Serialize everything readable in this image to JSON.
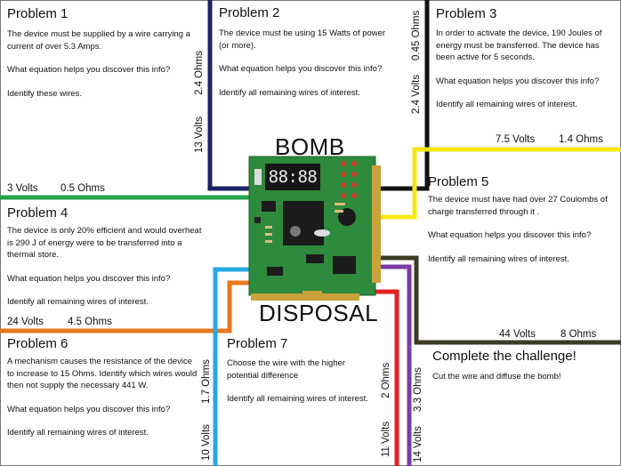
{
  "title_top": "BOMB",
  "title_bottom": "DISPOSAL",
  "display_digits": "88:88",
  "colors": {
    "wire_navy": "#1b2466",
    "wire_black": "#111111",
    "wire_yellow": "#f5e714",
    "wire_green": "#21a447",
    "wire_orange": "#e8761e",
    "wire_lightblue": "#29a6e3",
    "wire_red": "#e51f1f",
    "wire_purple": "#7d3ba6",
    "wire_olive": "#3b3a26",
    "pcb_green": "#2e8a3c"
  },
  "problems": [
    {
      "heading": "Problem 1",
      "paragraphs": [
        "The device must be supplied by a wire carrying a current of over 5.3 Amps.",
        "What equation helps you discover this info?",
        "Identify these wires."
      ]
    },
    {
      "heading": "Problem 2",
      "paragraphs": [
        "The device must be using 15 Watts of power (or more).",
        "What equation helps you discover this info?",
        "Identify all remaining wires of interest."
      ]
    },
    {
      "heading": "Problem 3",
      "paragraphs": [
        "In order to activate the device, 190 Joules of energy must be transferred. The device has been active for 5 seconds.",
        "What equation helps you discover this info?",
        "Identify all remaining wires of interest."
      ]
    },
    {
      "heading": "Problem 4",
      "paragraphs": [
        "The device is only 20% efficient and would overheat is 290 J of energy were to be transferred into a thermal store.",
        "What equation helps you discover this info?",
        "Identify all remaining wires of interest."
      ]
    },
    {
      "heading": "Problem 5",
      "paragraphs": [
        "The device must have had over 27 Coulombs of charge transferred through it .",
        "What equation helps you discover this info?",
        "Identify all remaining wires of interest."
      ]
    },
    {
      "heading": "Problem 6",
      "paragraphs": [
        "A mechanism causes the resistance of the device to increase to 15 Ohms. Identify which wires would then not supply the necessary 441 W.",
        "What equation helps you discover this info?",
        "Identify all remaining wires of interest."
      ]
    },
    {
      "heading": "Problem 7",
      "paragraphs": [
        "Choose the wire with the higher potential difference",
        "Identify all remaining wires of interest."
      ]
    }
  ],
  "challenge": {
    "heading": "Complete the challenge!",
    "text": "Cut the wire and diffuse the bomb!"
  },
  "wires": {
    "green": {
      "volts": "3 Volts",
      "ohms": "0.5 Ohms"
    },
    "navy": {
      "volts": "13 Volts",
      "ohms": "2.4 Ohms"
    },
    "black": {
      "volts": "2.4 Volts",
      "ohms": "0.45 Ohms"
    },
    "yellow": {
      "volts": "7.5 Volts",
      "ohms": "1.4 Ohms"
    },
    "orange": {
      "volts": "24 Volts",
      "ohms": "4.5 Ohms"
    },
    "lightblue": {
      "volts": "10 Volts",
      "ohms": "1.7 Ohms"
    },
    "red": {
      "volts": "11 Volts",
      "ohms": "2 Ohms"
    },
    "purple": {
      "volts": "14 Volts",
      "ohms": "3.3 Ohms"
    },
    "olive": {
      "volts": "44 Volts",
      "ohms": "8 Ohms"
    }
  }
}
